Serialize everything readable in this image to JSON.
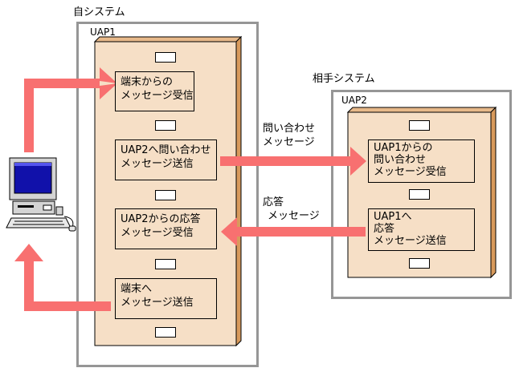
{
  "own_system": {
    "title": "自システム",
    "uap_label": "UAP1"
  },
  "partner_system": {
    "title": "相手システム",
    "uap_label": "UAP2"
  },
  "uap1_boxes": {
    "receive_from_terminal": [
      "端末からの",
      "メッセージ受信"
    ],
    "send_query_to_uap2": [
      "UAP2へ問い合わせ",
      "メッセージ送信"
    ],
    "receive_reply_from_uap2": [
      "UAP2からの応答",
      "メッセージ受信"
    ],
    "send_to_terminal": [
      "端末へ",
      "メッセージ送信"
    ]
  },
  "uap2_boxes": {
    "receive_query_from_uap1": [
      "UAP1からの",
      "問い合わせ",
      "メッセージ受信"
    ],
    "send_reply_to_uap1": [
      "UAP1へ",
      "応答",
      "メッセージ送信"
    ]
  },
  "arrow_labels": {
    "query": [
      "問い合わせ",
      "メッセージ"
    ],
    "reply": [
      "応答",
      "メッセージ"
    ]
  },
  "colors": {
    "arrow": "#f87070",
    "panel": "#f6dfc6",
    "panel_side": "#d89a5c",
    "frame": "#969696"
  },
  "icons": {
    "terminal": "computer-terminal-icon"
  }
}
